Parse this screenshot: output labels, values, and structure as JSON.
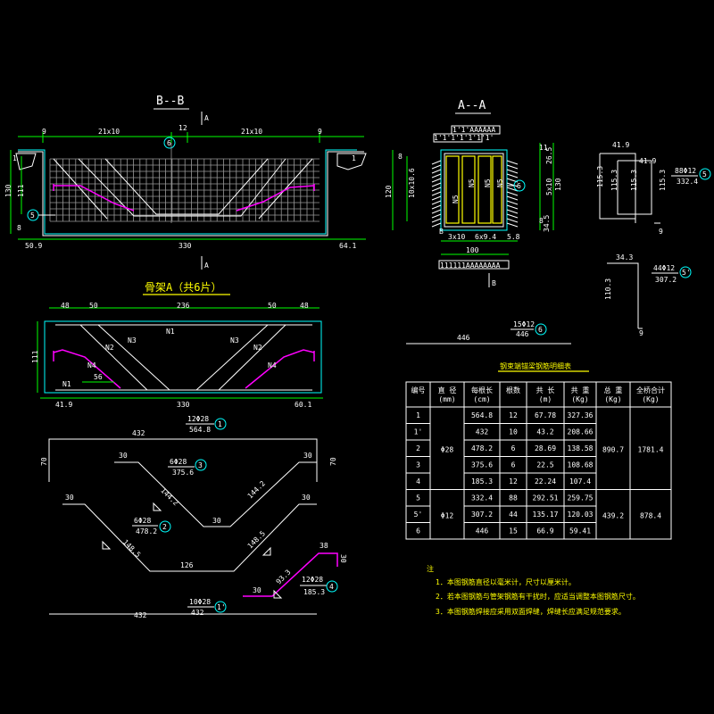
{
  "colors": {
    "background": "#000000",
    "line": "#ffffff",
    "dimension": "#00ff00",
    "outline": "#00ffff",
    "rebar": "#ff00ff",
    "note": "#ffff00"
  },
  "section_bb": {
    "title": "B--B",
    "cut_label": "A",
    "dims_top": [
      "9",
      "21x10",
      "12",
      "21x10",
      "9"
    ],
    "dims_left": [
      "130",
      "111",
      "8"
    ],
    "dims_bottom": [
      "50.9",
      "330",
      "64.1"
    ],
    "dims_small": [
      "1",
      "1"
    ],
    "callout": "5",
    "callout_top": "6"
  },
  "section_aa": {
    "title": "A--A",
    "label_b": "B",
    "top_code": "1'1'AAAAAA",
    "top_code2": "1'1'1'1'1'1'1'",
    "dims_left": [
      "120",
      "10x10.6"
    ],
    "dims_right": [
      "26.5",
      "11",
      "5x10",
      "130",
      "8",
      "34.5"
    ],
    "dims_bottom": [
      "3x10",
      "6x9.4",
      "5.8",
      "100"
    ],
    "bar_labels": [
      "N5",
      "N5",
      "N5",
      "N5"
    ],
    "bottom_code": "111111AAAAAAAA",
    "callout": "6",
    "num_8": "8"
  },
  "stirrup5": {
    "dims": [
      "41.9",
      "41.9",
      "115.3",
      "115.3",
      "115.3",
      "9"
    ],
    "label": "88Φ12",
    "len": "332.4",
    "callout": "5"
  },
  "stirrup5p": {
    "dims": [
      "34.3",
      "110.3",
      "9"
    ],
    "label": "44Φ12",
    "len": "307.2",
    "callout": "5'"
  },
  "bar6": {
    "label": "15Φ12",
    "len": "446",
    "callout": "6",
    "total": "446"
  },
  "truss": {
    "title": "骨架A（共6片）",
    "dims_top": [
      "48",
      "50",
      "236",
      "50",
      "48"
    ],
    "dim_left": "111",
    "dims_bottom": [
      "41.9",
      "330",
      "60.1"
    ],
    "labels": [
      "N1",
      "N2",
      "N3",
      "N3",
      "N2",
      "N4",
      "N4",
      "N1"
    ],
    "dim_56": "56"
  },
  "bar1": {
    "len_label": "432",
    "label": "12Φ28",
    "len": "564.8",
    "callout": "1",
    "side": "70",
    "side2": "70"
  },
  "bar3": {
    "label": "6Φ28",
    "len": "375.6",
    "callout": "3",
    "d30a": "30",
    "d30b": "30",
    "d144a": "144.2",
    "d144b": "144.2",
    "d30c": "30"
  },
  "bar2": {
    "label": "6Φ28",
    "len": "478.2",
    "callout": "2",
    "d30": "30",
    "d30b": "30",
    "d1485a": "148.5",
    "d1485b": "148.5",
    "d126": "126"
  },
  "bar4": {
    "label": "12Φ28",
    "len": "185.3",
    "callout": "4",
    "d38": "38",
    "d30": "30",
    "d933": "93.3",
    "d30b": "30"
  },
  "bar1p": {
    "label": "10Φ28",
    "len": "432",
    "callout": "1'",
    "total": "432"
  },
  "table": {
    "title": "钢束端锚梁钢筋明细表",
    "headers": [
      "编号",
      "直 径\n(mm)",
      "每根长\n(cm)",
      "根数",
      "共 长\n(m)",
      "共 重\n(Kg)",
      "总 重\n(Kg)",
      "全桥合计\n(Kg)"
    ],
    "rows": [
      [
        "1",
        "",
        "564.8",
        "12",
        "67.78",
        "327.36",
        "",
        ""
      ],
      [
        "1'",
        "",
        "432",
        "10",
        "43.2",
        "208.66",
        "",
        ""
      ],
      [
        "2",
        "Φ28",
        "478.2",
        "6",
        "28.69",
        "138.58",
        "890.7",
        "1781.4"
      ],
      [
        "3",
        "",
        "375.6",
        "6",
        "22.5",
        "108.68",
        "",
        ""
      ],
      [
        "4",
        "",
        "185.3",
        "12",
        "22.24",
        "107.4",
        "",
        ""
      ],
      [
        "5",
        "",
        "332.4",
        "88",
        "292.51",
        "259.75",
        "",
        ""
      ],
      [
        "5'",
        "Φ12",
        "307.2",
        "44",
        "135.17",
        "120.03",
        "439.2",
        "878.4"
      ],
      [
        "6",
        "",
        "446",
        "15",
        "66.9",
        "59.41",
        "",
        ""
      ]
    ]
  },
  "notes": {
    "title": "注",
    "items": [
      "1．本图钢筋直径以毫米计，尺寸以厘米计。",
      "2．若本图钢筋与管架钢筋有干扰时，应适当调整本图钢筋尺寸。",
      "3．本图钢筋焊接应采用双面焊缝，焊缝长应满足规范要求。"
    ]
  }
}
